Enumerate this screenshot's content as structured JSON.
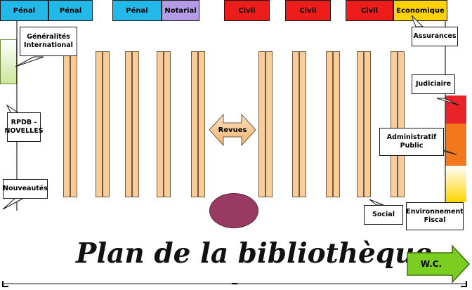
{
  "top_labels": [
    "Pénal",
    "Pénal",
    "Pénal",
    "Notarial",
    "Civil",
    "Civil",
    "Civil",
    "Economique"
  ],
  "colors": {
    "penal": "#22b8e8",
    "notarial": "#b49be6",
    "civil": "#ef1c1c",
    "economique": "#ffd200",
    "shelf": "#fbcb98",
    "green_block": "#cde59a",
    "red_block": "#e8242a",
    "orange_block": "#f3781c",
    "yellow_block": "#ffd400",
    "oval": "#983a62",
    "arrow_green": "#7ccd22"
  },
  "callouts": {
    "generalites": "Généralités International",
    "rpdb": "RPDB - NOVELLES",
    "nouveautes": "Nouveautés",
    "assurances": "Assurances",
    "judiciaire": "Judiciaire",
    "administratif": "Administratif Public",
    "environnement": "Environnement Fiscal",
    "social": "Social"
  },
  "revues": "Revues",
  "title": "Plan de la bibliothèque",
  "wc": "W.C."
}
